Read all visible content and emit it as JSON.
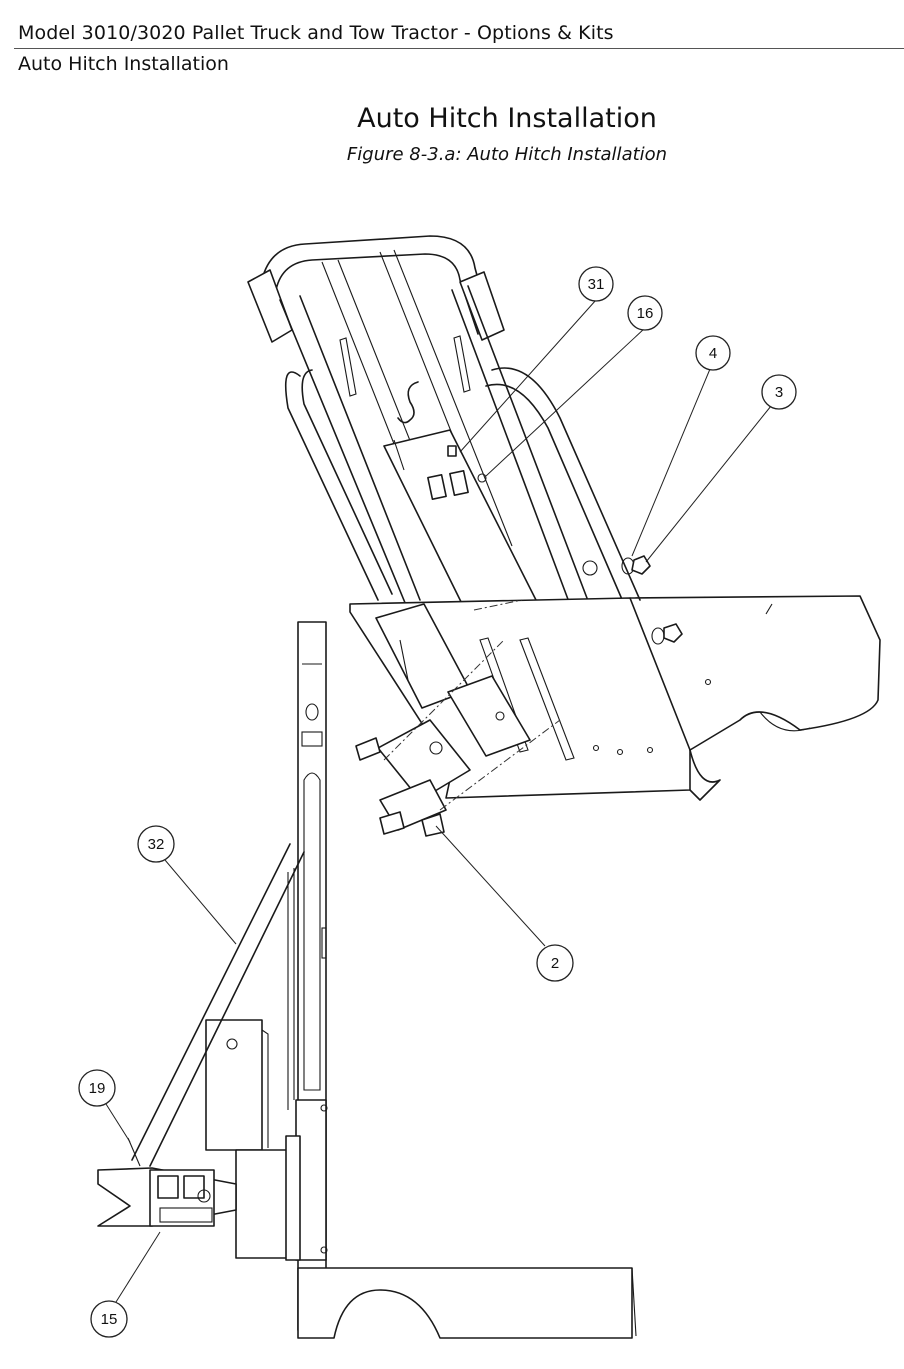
{
  "header": {
    "doc_title": "Model 3010/3020 Pallet Truck and Tow Tractor - Options & Kits",
    "section": "Auto Hitch Installation"
  },
  "page_title": "Auto Hitch Installation",
  "figure_caption": "Figure 8-3.a: Auto Hitch Installation",
  "callouts": [
    "31",
    "16",
    "4",
    "3",
    "32",
    "2",
    "19",
    "15"
  ]
}
